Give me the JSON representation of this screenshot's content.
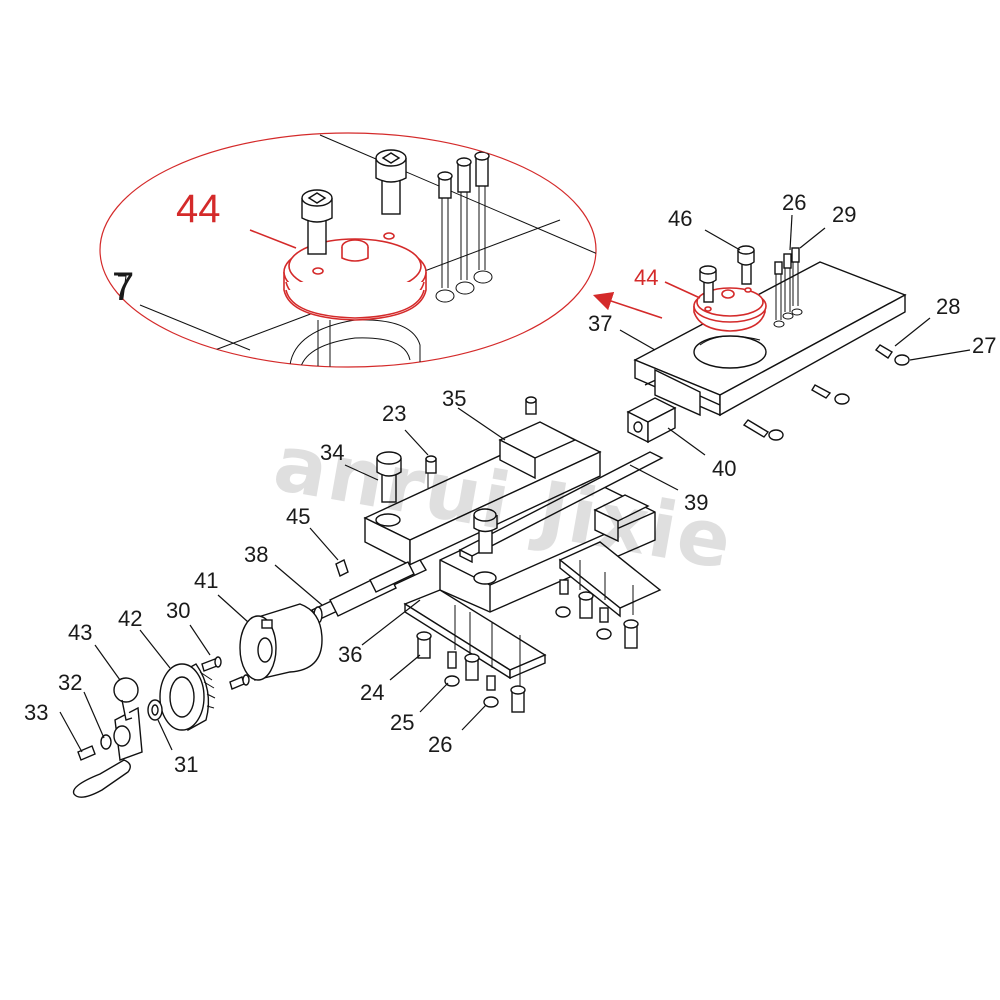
{
  "watermark": "anrui Jixie",
  "callout": {
    "label": "44"
  },
  "labels": {
    "p44": "44",
    "p46": "46",
    "p26a": "26",
    "p29": "29",
    "p28": "28",
    "p27": "27",
    "p37": "37",
    "p35": "35",
    "p23": "23",
    "p34": "34",
    "p40": "40",
    "p39": "39",
    "p45": "45",
    "p38": "38",
    "p41": "41",
    "p30": "30",
    "p42": "42",
    "p43": "43",
    "p32": "32",
    "p33": "33",
    "p31": "31",
    "p36": "36",
    "p24": "24",
    "p25": "25",
    "p26b": "26",
    "p7": "7"
  },
  "colors": {
    "highlight": "#d42a2a",
    "line": "#111111",
    "background": "#ffffff"
  }
}
